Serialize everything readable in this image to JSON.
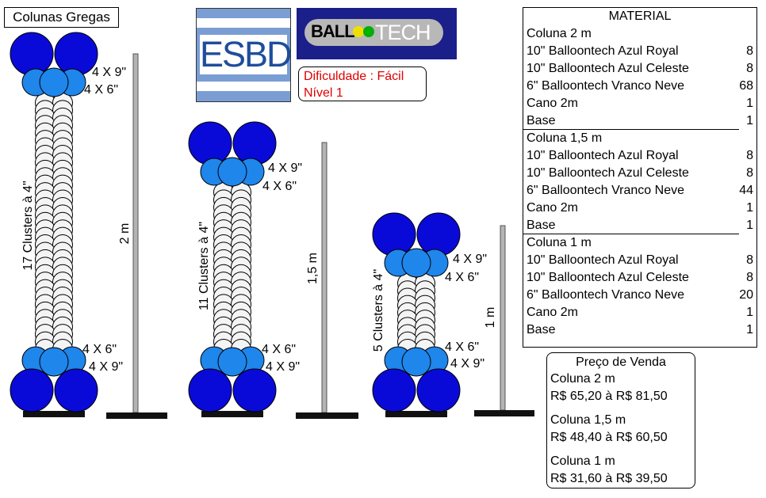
{
  "title": "Colunas Gregas",
  "logos": {
    "esbd": "ESBD",
    "balloontech_part1": "BALL",
    "balloontech_part2": "TECH"
  },
  "difficulty": {
    "line1": "Dificuldade : Fácil",
    "line2": "Nível 1"
  },
  "columns": [
    {
      "clusters_label": "17 Clusters à 4\"",
      "clusters": 17,
      "height_label": "2 m",
      "top_labels": [
        "4 X 9\"",
        "4 X 6\""
      ],
      "bottom_labels": [
        "4 X 6\"",
        "4 X 9\""
      ]
    },
    {
      "clusters_label": "11 Clusters à 4\"",
      "clusters": 11,
      "height_label": "1,5 m",
      "top_labels": [
        "4 X 9\"",
        "4 X 6\""
      ],
      "bottom_labels": [
        "4 X 6\"",
        "4 X 9\""
      ]
    },
    {
      "clusters_label": "5 Clusters à 4\"",
      "clusters": 5,
      "height_label": "1 m",
      "top_labels": [
        "4 X 9\"",
        "4 X 6\""
      ],
      "bottom_labels": [
        "4 X 6\"",
        "4 X 9\""
      ]
    }
  ],
  "material": {
    "title": "MATERIAL",
    "groups": [
      {
        "name": "Coluna 2 m",
        "items": [
          {
            "label": "10\" Balloontech Azul Royal",
            "qty": "8"
          },
          {
            "label": "10\" Balloontech Azul Celeste",
            "qty": "8"
          },
          {
            "label": "6\" Balloontech Vranco Neve",
            "qty": "68"
          },
          {
            "label": "Cano 2m",
            "qty": "1"
          },
          {
            "label": "Base",
            "qty": "1"
          }
        ]
      },
      {
        "name": "Coluna 1,5 m",
        "items": [
          {
            "label": "10\" Balloontech Azul Royal",
            "qty": "8"
          },
          {
            "label": "10\" Balloontech Azul Celeste",
            "qty": "8"
          },
          {
            "label": "6\" Balloontech Vranco Neve",
            "qty": "44"
          },
          {
            "label": "Cano 2m",
            "qty": "1"
          },
          {
            "label": "Base",
            "qty": "1"
          }
        ]
      },
      {
        "name": "Coluna 1 m",
        "items": [
          {
            "label": "10\" Balloontech Azul Royal",
            "qty": "8"
          },
          {
            "label": "10\" Balloontech Azul Celeste",
            "qty": "8"
          },
          {
            "label": "6\" Balloontech Vranco Neve",
            "qty": "20"
          },
          {
            "label": "Cano 2m",
            "qty": "1"
          },
          {
            "label": "Base",
            "qty": "1"
          }
        ]
      }
    ]
  },
  "prices": {
    "title": "Preço de Venda",
    "items": [
      {
        "name": "Coluna 2 m",
        "range": "R$ 65,20 à R$ 81,50"
      },
      {
        "name": "Coluna 1,5 m",
        "range": "R$ 48,40 à R$ 60,50"
      },
      {
        "name": "Coluna 1 m",
        "range": "R$ 31,60 à R$ 39,50"
      }
    ]
  },
  "colors": {
    "royal_blue": "#0a0ad8",
    "celeste_blue": "#1f86ec",
    "white_balloon": "#f4f4f4",
    "pole": "#b4b4b4",
    "difficulty_text": "#e00000"
  }
}
